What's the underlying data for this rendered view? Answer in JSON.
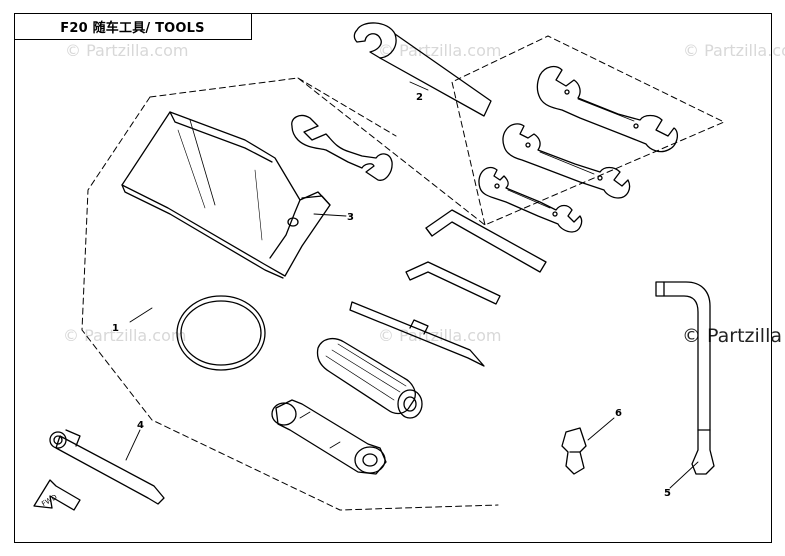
{
  "diagram": {
    "title": "F20 随车工具/ TOOLS",
    "callouts": [
      "1",
      "2",
      "3",
      "4",
      "5",
      "6"
    ],
    "watermark": "© Partzilla.com",
    "watermark_partial": "© Partzilla",
    "fwd_label": "FWD"
  }
}
